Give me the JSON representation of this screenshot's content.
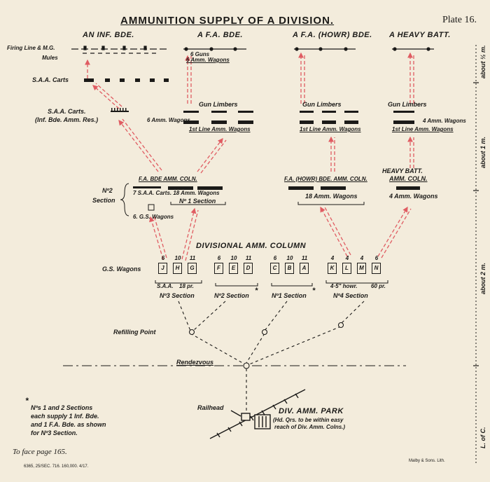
{
  "title": "AMMUNITION SUPPLY OF A DIVISION.",
  "plate": "Plate 16.",
  "headers": {
    "inf_bde": "AN INF. BDE.",
    "fa_bde": "A F.A. BDE.",
    "fa_howr_bde": "A F.A. (HOWR) BDE.",
    "heavy_batt": "A HEAVY BATT."
  },
  "left_labels": {
    "firing_line": "Firing Line & M.G.",
    "mules": "Mules",
    "saa_carts": "S.A.A. Carts",
    "saa_carts_res_1": "S.A.A. Carts.",
    "saa_carts_res_2": "(Inf. Bde. Amm. Res.)",
    "no2_section_1": "Nº2",
    "no2_section_2": "Section",
    "gs_wagons": "G.S. Wagons",
    "refilling_point": "Refilling Point",
    "rendezvous": "Rendezvous",
    "railhead": "Railhead"
  },
  "fa_bde": {
    "guns_1": "6 Guns",
    "guns_2": "6 Amm. Wagons",
    "gun_limbers": "Gun Limbers",
    "amm_wagons_6": "6 Amm. Wagons",
    "first_line": "1st Line Amm. Wagons"
  },
  "fa_howr": {
    "gun_limbers": "Gun Limbers",
    "first_line": "1st Line Amm. Wagons",
    "colm": "F.A. (HOWR) BDE. AMM. COLN.",
    "wagons": "18 Amm. Wagons"
  },
  "heavy": {
    "gun_limbers": "Gun Limbers",
    "amm_wagons_4": "4 Amm. Wagons",
    "first_line": "1st Line Amm. Wagons",
    "colm_1": "HEAVY BATT.",
    "colm_2": "AMM. COLN.",
    "wagons": "4 Amm. Wagons"
  },
  "fa_colm": {
    "title": "F.A. BDE  AMM. COLN.",
    "carts": "7 S.A.A. Carts.  18 Amm. Wagons",
    "section": "Nº 1 Section",
    "gs": "6. G.S. Wagons"
  },
  "div_column": {
    "title": "DIVISIONAL AMM. COLUMN",
    "groups": [
      {
        "wagons": [
          {
            "num": "6",
            "letter": "J"
          },
          {
            "num": "10",
            "letter": "H"
          },
          {
            "num": "11",
            "letter": "G"
          }
        ]
      },
      {
        "wagons": [
          {
            "num": "6",
            "letter": "F"
          },
          {
            "num": "10",
            "letter": "E"
          },
          {
            "num": "11",
            "letter": "D"
          }
        ]
      },
      {
        "wagons": [
          {
            "num": "6",
            "letter": "C"
          },
          {
            "num": "10",
            "letter": "B"
          },
          {
            "num": "11",
            "letter": "A"
          }
        ]
      },
      {
        "wagons": [
          {
            "num": "4",
            "letter": "K"
          },
          {
            "num": "4",
            "letter": "L"
          },
          {
            "num": "4",
            "letter": "M"
          },
          {
            "num": "6",
            "letter": "N"
          }
        ]
      }
    ],
    "saa": "S.A.A.",
    "pr18": "18 pr.",
    "howr": "4·5\" howr.",
    "pr60": "60 pr.",
    "sections": [
      "Nº3 Section",
      "Nº2 Section",
      "Nº1 Section",
      "Nº4 Section"
    ],
    "star": "*"
  },
  "park": {
    "title": "DIV. AMM. PARK",
    "note_1": "(Hd. Qrs. to be within easy",
    "note_2": "reach of Div. Amm. Colns.)"
  },
  "footnote": {
    "star": "*",
    "lines": [
      "Nºs 1 and 2 Sections",
      "each supply 1 Inf. Bde.",
      "and 1 F.A. Bde. as shown",
      "for Nº3 Section."
    ]
  },
  "to_face": "To face page 165.",
  "print_code": "6365, 25/SEC. 716. 160,000. 4/17.",
  "printer": "Malby & Sons. Lith.",
  "distances": {
    "half_m": "about ½ m.",
    "one_m": "about 1 m.",
    "two_m": "about 2 m.",
    "loc": "L. of C."
  },
  "colors": {
    "ink": "#1b1a18",
    "arrow_red": "#e05c62",
    "paper": "#f3ecdc"
  }
}
